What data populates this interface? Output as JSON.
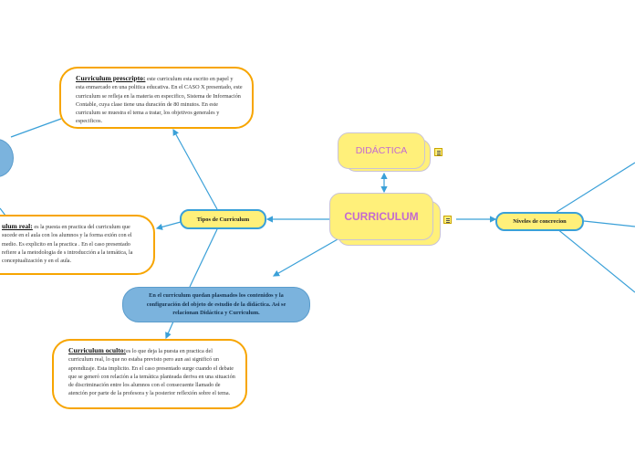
{
  "root": {
    "label": "CURRICULUM"
  },
  "didactica": {
    "label": "DIDÁCTICA"
  },
  "tipos": {
    "label": "Tipos de Curriculum"
  },
  "niveles": {
    "label": "Niveles de concrecion"
  },
  "prescripto": {
    "title": "Curriculum prescripto:",
    "text": " este curriculum esta escrito en papel y esta enmarcado en una politica educativa. En el CASO X presentado, este curriculum se refleja en la materia en especifico, Sistema de Información Contable, cuya clase tiene una duración de 80 minutos. En este curriculum se muestra el tema a tratar, los objetivos generales y especificos."
  },
  "real": {
    "title": "ulum real:",
    "text": " es la puesta en practica del curriculum  que sucede en el aula con los alumnos y la forma  exión con el medio. Es explicito en la practica . En el caso presentado refiere a la metodologia de s introducción a la temática, la conceptualización y  en el aula."
  },
  "relacion": {
    "label": "En el curriculum quedan plasmados los contenidos y la configuración del objeto de estudio de la didáctica. Asi se relacionan Didáctica y Curriculum."
  },
  "oculto": {
    "title": "Curriculum oculto:",
    "text": "es lo que deja la puesta en practica del curriculum real, lo que no estaba previsto pero aun asi significó un aprendizaje. Esta implicito. En el caso presentado surge cuando el debate que se generó con relación a la temática planteada deriva en una situación de discriminación entre los alumnos con el consecuente llamado de atención por parte de la profesora y la posterior reflexión sobre el tema."
  },
  "colors": {
    "connector": "#3aa0d8",
    "topic_fill": "#fff07a",
    "orange_border": "#f7a500",
    "blue_fill": "#7bb3dd",
    "label_purple": "#c36ad0"
  }
}
